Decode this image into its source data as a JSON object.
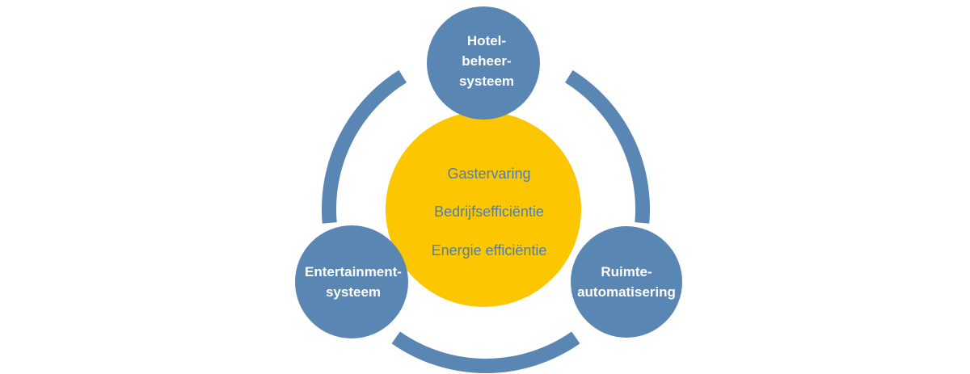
{
  "colors": {
    "ring": "#5a86b3",
    "node": "#5a86b3",
    "center": "#fcc600",
    "center_text": "#4f7fb1",
    "node_text": "#ffffff",
    "background": "#ffffff"
  },
  "center": {
    "items": [
      "Gastervaring",
      "Bedrijfsefficiëntie",
      "Energie efficiëntie"
    ]
  },
  "nodes": [
    {
      "id": "hotel",
      "lines": [
        "Hotel-",
        "beheer-",
        "systeem"
      ]
    },
    {
      "id": "ruimte",
      "lines": [
        "Ruimte-",
        "automatisering"
      ]
    },
    {
      "id": "entertainment",
      "lines": [
        "Entertainment-",
        "systeem"
      ]
    }
  ]
}
